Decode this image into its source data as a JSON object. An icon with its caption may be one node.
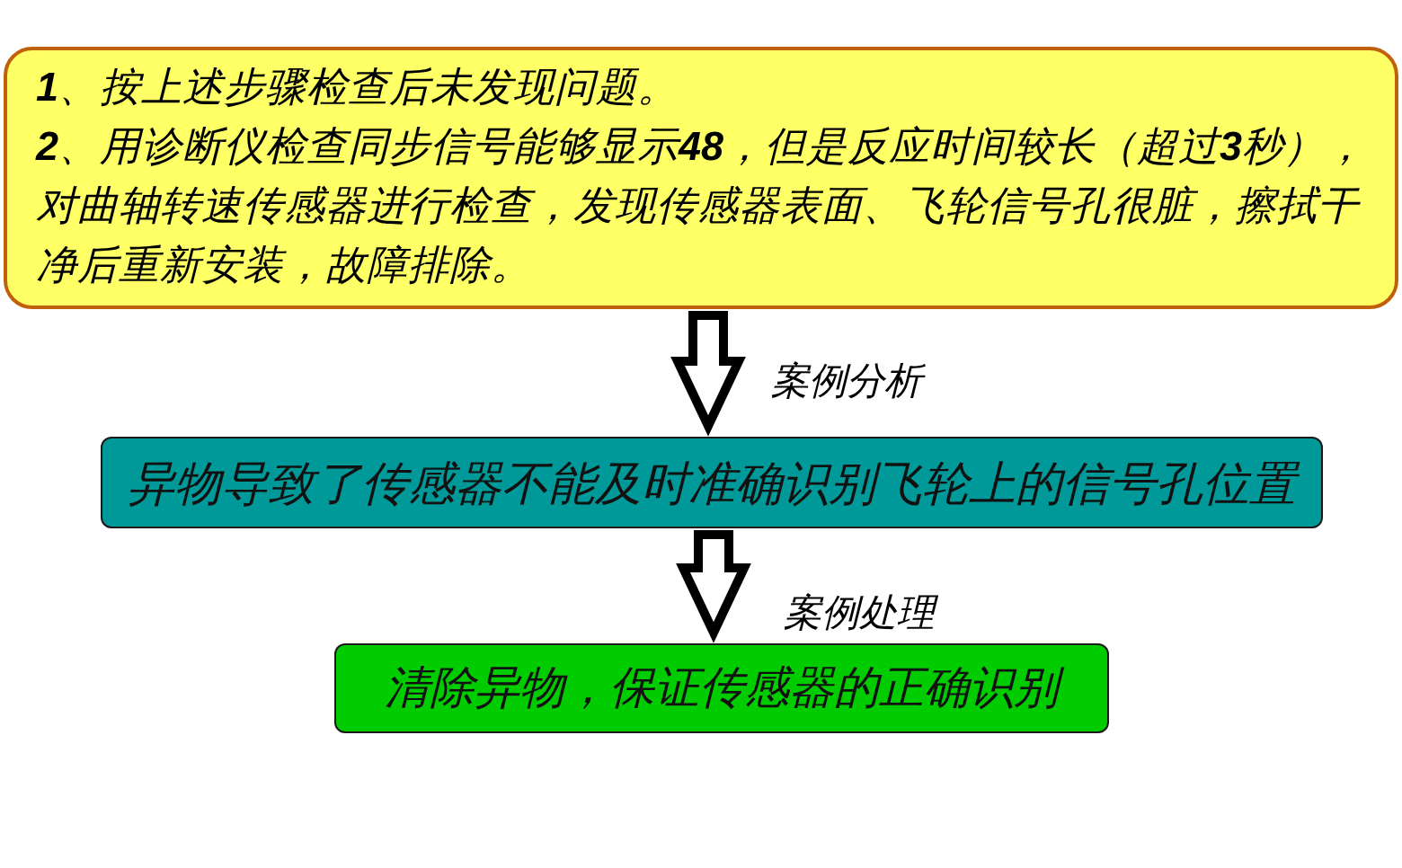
{
  "diagram": {
    "nodes": [
      {
        "text": [
          "**1**、按上述步骤检查后未发现问题。",
          "**2**、用诊断仪检查同步信号能够显示**48**，但是反应时间较长（超过**3**秒），对曲轴转速传感器进行检查，发现传感器表面、飞轮信号孔很脏，擦拭干净后重新安装，故障排除。"
        ]
      },
      {
        "text": [
          "异物导致了传感器不能及时准确识别飞轮上的信号孔位置"
        ]
      },
      {
        "text": [
          "清除异物，保证传感器的正确识别"
        ]
      }
    ],
    "edges": [
      {
        "from": 0,
        "to": 1,
        "arrow": "to",
        "label": "案例分析"
      },
      {
        "from": 1,
        "to": 2,
        "arrow": "to",
        "label": "案例处理"
      }
    ]
  }
}
